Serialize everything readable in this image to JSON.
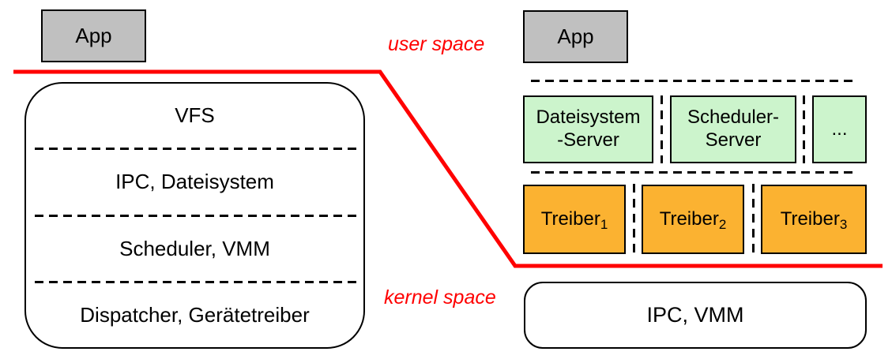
{
  "diagram": {
    "boundary_labels": {
      "user_space": "user space",
      "kernel_space": "kernel space"
    },
    "monolithic": {
      "app_label": "App",
      "layers": [
        "VFS",
        "IPC, Dateisystem",
        "Scheduler, VMM",
        "Dispatcher, Gerätetreiber"
      ]
    },
    "microkernel": {
      "app_label": "App",
      "servers": [
        {
          "lines": [
            "Dateisystem",
            "-Server"
          ]
        },
        {
          "lines": [
            "Scheduler-",
            "Server"
          ]
        },
        {
          "lines": [
            "..."
          ]
        }
      ],
      "drivers": [
        {
          "base": "Treiber",
          "sub": "1"
        },
        {
          "base": "Treiber",
          "sub": "2"
        },
        {
          "base": "Treiber",
          "sub": "3"
        }
      ],
      "kernel_label": "IPC, VMM"
    },
    "colors": {
      "app_gray": "#C0C0C0",
      "server_green": "#CCF4CC",
      "driver_orange": "#FBB231",
      "boundary_red": "#FF0000",
      "line_black": "#000000"
    }
  }
}
